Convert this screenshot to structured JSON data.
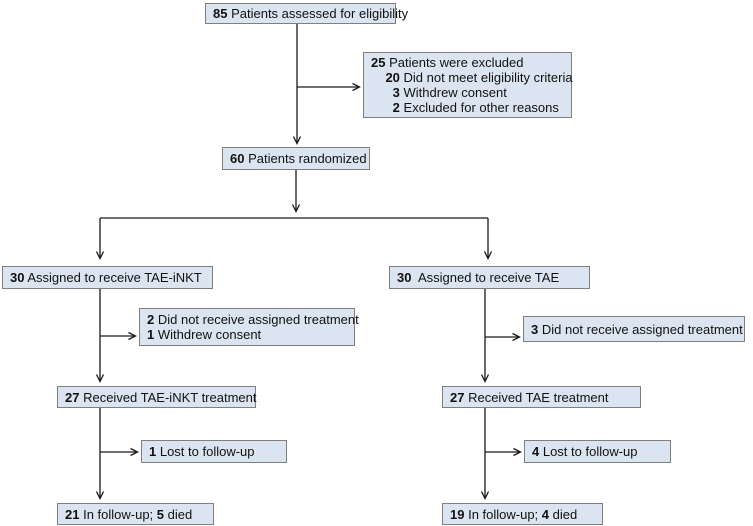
{
  "diagram": {
    "type": "consort-flowchart",
    "colors": {
      "box_fill": "#dbe5f1",
      "box_border": "#7f7f7f",
      "arrow": "#1a1a1a",
      "background": "#ffffff"
    },
    "boxes": {
      "assessed": {
        "lines": [
          [
            {
              "text": "85",
              "bold": true
            },
            {
              "text": " Patients assessed for eligibility",
              "bold": false
            }
          ]
        ]
      },
      "excluded": {
        "lines": [
          [
            {
              "text": "25",
              "bold": true
            },
            {
              "text": " Patients were excluded",
              "bold": false
            }
          ],
          [
            {
              "text": "    ",
              "bold": false
            },
            {
              "text": "20",
              "bold": true
            },
            {
              "text": " Did not meet eligibility criteria",
              "bold": false
            }
          ],
          [
            {
              "text": "      ",
              "bold": false
            },
            {
              "text": "3",
              "bold": true
            },
            {
              "text": " Withdrew consent",
              "bold": false
            }
          ],
          [
            {
              "text": "      ",
              "bold": false
            },
            {
              "text": "2",
              "bold": true
            },
            {
              "text": " Excluded for other reasons",
              "bold": false
            }
          ]
        ]
      },
      "randomized": {
        "lines": [
          [
            {
              "text": "60",
              "bold": true
            },
            {
              "text": " Patients randomized",
              "bold": false
            }
          ]
        ]
      },
      "assigned_tae_inkt": {
        "lines": [
          [
            {
              "text": "30",
              "bold": true
            },
            {
              "text": " Assigned to receive TAE-iNKT",
              "bold": false
            }
          ]
        ]
      },
      "assigned_tae": {
        "lines": [
          [
            {
              "text": "30",
              "bold": true
            },
            {
              "text": "  Assigned to receive TAE",
              "bold": false
            }
          ]
        ]
      },
      "not_received_tae_inkt": {
        "lines": [
          [
            {
              "text": "2",
              "bold": true
            },
            {
              "text": " Did not receive assigned treatment",
              "bold": false
            }
          ],
          [
            {
              "text": "1",
              "bold": true
            },
            {
              "text": " Withdrew consent",
              "bold": false
            }
          ]
        ]
      },
      "not_received_tae": {
        "lines": [
          [
            {
              "text": "3",
              "bold": true
            },
            {
              "text": " Did not receive assigned treatment",
              "bold": false
            }
          ]
        ]
      },
      "received_tae_inkt": {
        "lines": [
          [
            {
              "text": "27",
              "bold": true
            },
            {
              "text": " Received TAE-iNKT treatment",
              "bold": false
            }
          ]
        ]
      },
      "received_tae": {
        "lines": [
          [
            {
              "text": "27",
              "bold": true
            },
            {
              "text": " Received TAE treatment",
              "bold": false
            }
          ]
        ]
      },
      "lost_tae_inkt": {
        "lines": [
          [
            {
              "text": "1",
              "bold": true
            },
            {
              "text": " Lost to follow-up",
              "bold": false
            }
          ]
        ]
      },
      "lost_tae": {
        "lines": [
          [
            {
              "text": "4",
              "bold": true
            },
            {
              "text": " Lost to follow-up",
              "bold": false
            }
          ]
        ]
      },
      "final_tae_inkt": {
        "lines": [
          [
            {
              "text": "21",
              "bold": true
            },
            {
              "text": " In follow-up; ",
              "bold": false
            },
            {
              "text": "5",
              "bold": true
            },
            {
              "text": " died",
              "bold": false
            }
          ]
        ]
      },
      "final_tae": {
        "lines": [
          [
            {
              "text": "19",
              "bold": true
            },
            {
              "text": " In follow-up; ",
              "bold": false
            },
            {
              "text": "4",
              "bold": true
            },
            {
              "text": " died",
              "bold": false
            }
          ]
        ]
      }
    }
  }
}
